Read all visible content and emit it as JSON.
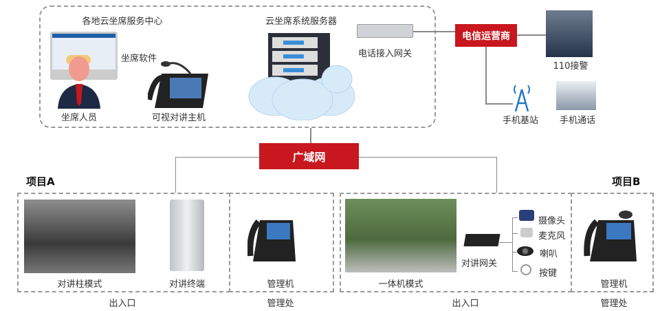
{
  "top": {
    "center_title": "各地云坐席服务中心",
    "server_title": "云坐席系统服务器",
    "software_label": "坐席软件",
    "agent_label": "坐席人员",
    "video_host_label": "可视对讲主机",
    "gateway_label": "电话接入网关",
    "carrier_label": "电信运营商",
    "police_label": "110接警",
    "base_station_label": "手机基站",
    "mobile_call_label": "手机通话"
  },
  "wan_label": "广域网",
  "project_a": {
    "title": "项目A",
    "pillar_label": "对讲柱模式",
    "terminal_label": "对讲终端",
    "manager_label": "管理机",
    "entrance_label": "出入口",
    "office_label": "管理处"
  },
  "project_b": {
    "title": "项目B",
    "allinone_label": "一体机模式",
    "gateway_label": "对讲网关",
    "devices": [
      "摄像头",
      "麦克风",
      "喇叭",
      "按键"
    ],
    "manager_label": "管理机",
    "entrance_label": "出入口",
    "office_label": "管理处"
  },
  "colors": {
    "accent": "#c8171e",
    "dash": "#999999"
  }
}
